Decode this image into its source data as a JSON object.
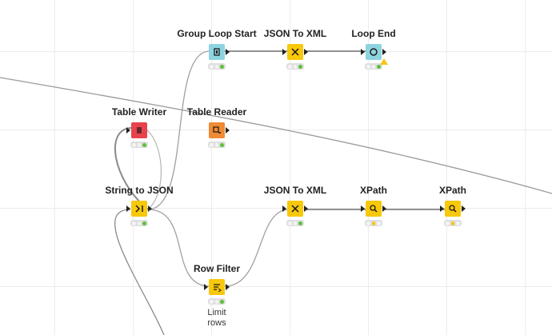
{
  "colors": {
    "table_writer": "#e8424c",
    "table_reader": "#f08a34",
    "loop": "#8ed4e0",
    "manipulator": "#f7c80b",
    "status_green": "#5ec13c",
    "status_yellow": "#f5c518"
  },
  "nodes": [
    {
      "id": "group-loop-start",
      "title": "Group Loop Start",
      "icon": "loop-start-icon",
      "color": "loop",
      "status": "green",
      "annotation": ""
    },
    {
      "id": "json-to-xml-top",
      "title": "JSON To XML",
      "icon": "json-to-xml-icon",
      "color": "manipulator",
      "status": "green",
      "annotation": ""
    },
    {
      "id": "loop-end",
      "title": "Loop End",
      "icon": "loop-end-icon",
      "color": "loop",
      "status": "green",
      "annotation": ""
    },
    {
      "id": "table-writer",
      "title": "Table Writer",
      "icon": "table-writer-icon",
      "color": "table_writer",
      "status": "green",
      "annotation": ""
    },
    {
      "id": "table-reader",
      "title": "Table Reader",
      "icon": "table-reader-icon",
      "color": "table_reader",
      "status": "green",
      "annotation": ""
    },
    {
      "id": "string-to-json",
      "title": "String to JSON",
      "icon": "string-to-json-icon",
      "color": "manipulator",
      "status": "green",
      "annotation": ""
    },
    {
      "id": "json-to-xml-bottom",
      "title": "JSON To XML",
      "icon": "json-to-xml-icon",
      "color": "manipulator",
      "status": "green",
      "annotation": ""
    },
    {
      "id": "xpath-1",
      "title": "XPath",
      "icon": "xpath-icon",
      "color": "manipulator",
      "status": "yellow",
      "annotation": ""
    },
    {
      "id": "xpath-2",
      "title": "XPath",
      "icon": "xpath-icon",
      "color": "manipulator",
      "status": "yellow",
      "annotation": ""
    },
    {
      "id": "row-filter",
      "title": "Row Filter",
      "icon": "row-filter-icon",
      "color": "manipulator",
      "status": "green",
      "annotation": "Limit rows"
    }
  ]
}
